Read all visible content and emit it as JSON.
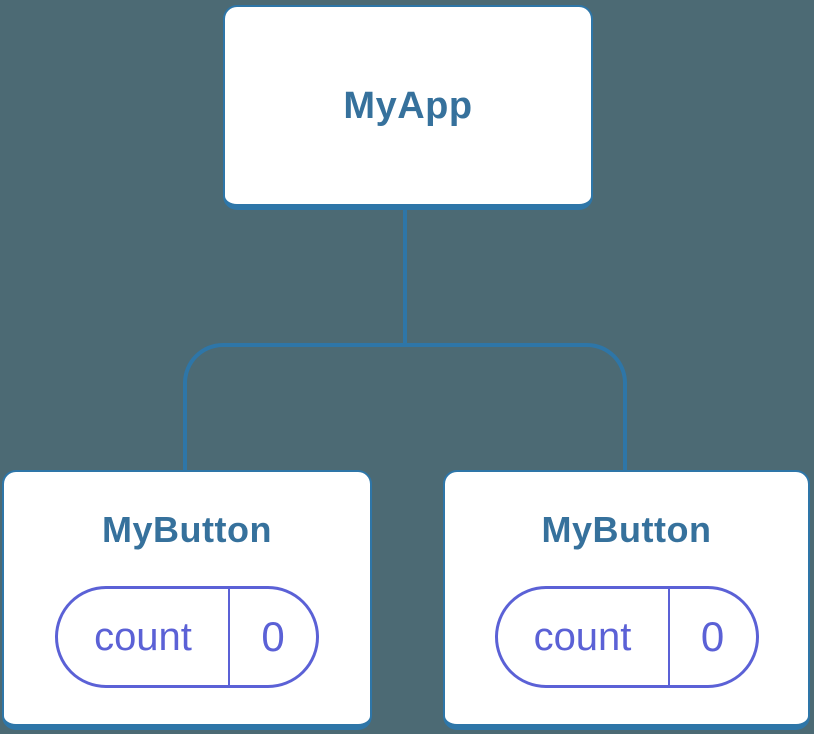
{
  "colors": {
    "background": "#4C6A74",
    "line": "#2E76A8",
    "node_fill": "#FFFFFF",
    "node_text": "#36719C",
    "state_accent": "#5B61D6"
  },
  "diagram": {
    "type": "component-tree",
    "root": {
      "label": "MyApp"
    },
    "children": [
      {
        "label": "MyButton",
        "state": {
          "name": "count",
          "value": "0"
        }
      },
      {
        "label": "MyButton",
        "state": {
          "name": "count",
          "value": "0"
        }
      }
    ]
  }
}
